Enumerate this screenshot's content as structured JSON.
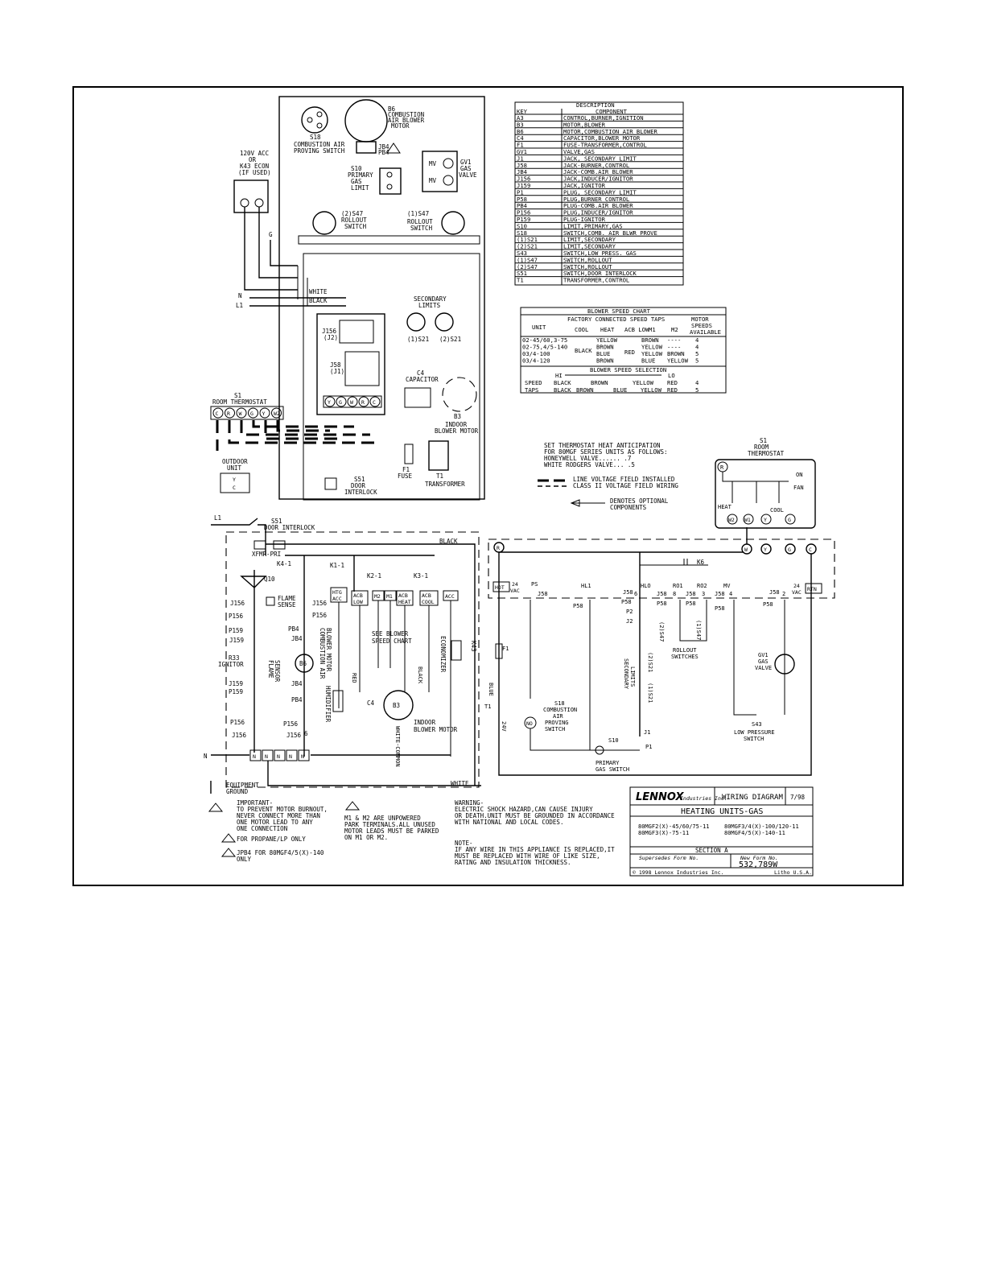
{
  "upper": {
    "b6_label": [
      "B6",
      "COMBUSTION",
      "AIR BLOWER",
      "MOTOR"
    ],
    "s18_label": [
      "S18",
      "COMBUSTION AIR",
      "PROVING SWITCH"
    ],
    "jb4": "JB4",
    "pb4": "PB4",
    "s10_label": [
      "S10",
      "PRIMARY",
      "GAS",
      "LIMIT"
    ],
    "gv1_label": [
      "GV1",
      "GAS",
      "VALVE"
    ],
    "mv": "MV",
    "s47_2_label": [
      "(2)S47",
      "ROLLOUT",
      "SWITCH"
    ],
    "s47_1_label": [
      "(1)S47",
      "ROLLOUT",
      "SWITCH"
    ],
    "supply_label": [
      "120V ACC",
      "OR",
      "K43 ECON",
      "(IF USED)"
    ],
    "g": "G",
    "n": "N",
    "l1": "L1",
    "white": "WHITE",
    "black": "BLACK",
    "secondary_limits": [
      "SECONDARY",
      "LIMITS"
    ],
    "s21_1": "(1)S21",
    "s21_2": "(2)S21",
    "j156": [
      "J156",
      "(J2)"
    ],
    "j58": [
      "J58",
      "(J1)"
    ],
    "c4_label": [
      "C4",
      "CAPACITOR"
    ],
    "b3_label": [
      "B3",
      "INDOOR",
      "BLOWER MOTOR"
    ],
    "s1_label": [
      "S1",
      "ROOM THERMOSTAT"
    ],
    "thermostat_terms": [
      "C",
      "R",
      "W",
      "G",
      "Y",
      "W2"
    ],
    "j58_terms": [
      "Y",
      "G",
      "W",
      "R",
      "C"
    ],
    "outdoor_unit": [
      "OUTDOOR",
      "UNIT"
    ],
    "outdoor_terms": [
      "Y",
      "C"
    ],
    "f1_label": [
      "F1",
      "FUSE"
    ],
    "t1_label": [
      "T1",
      "TRANSFORMER"
    ],
    "s51_label": [
      "S51",
      "DOOR",
      "INTERLOCK"
    ]
  },
  "description_table": {
    "title": "DESCRIPTION",
    "headers": [
      "KEY",
      "COMPONENT"
    ],
    "rows": [
      [
        "A3",
        "CONTROL,BURNER,IGNITION"
      ],
      [
        "B3",
        "MOTOR,BLOWER"
      ],
      [
        "B6",
        "MOTOR,COMBUSTION AIR BLOWER"
      ],
      [
        "C4",
        "CAPACITOR,BLOWER MOTOR"
      ],
      [
        "F1",
        "FUSE-TRANSFORMER,CONTROL"
      ],
      [
        "GV1",
        "VALVE,GAS"
      ],
      [
        "J1",
        "JACK, SECONDARY LIMIT"
      ],
      [
        "J58",
        "JACK-BURNER,CONTROL"
      ],
      [
        "JB4",
        "JACK-COMB.AIR BLOWER"
      ],
      [
        "J156",
        "JACK,INDUCER/IGNITOR"
      ],
      [
        "J159",
        "JACK,IGNITOR"
      ],
      [
        "P1",
        "PLUG, SECONDARY LIMIT"
      ],
      [
        "P58",
        "PLUG,BURNER CONTROL"
      ],
      [
        "PB4",
        "PLUG-COMB.AIR BLOWER"
      ],
      [
        "P156",
        "PLUG,INDUCER/IGNITOR"
      ],
      [
        "P159",
        "PLUG-IGNITOR"
      ],
      [
        "S10",
        "LIMIT,PRIMARY,GAS"
      ],
      [
        "S18",
        "SWITCH,COMB. AIR BLWR PROVE"
      ],
      [
        "(1)S21",
        "LIMIT,SECONDARY"
      ],
      [
        "(2)S21",
        "LIMIT,SECONDARY"
      ],
      [
        "S43",
        "SWITCH,LOW PRESS. GAS"
      ],
      [
        "(1)S47",
        "SWITCH,ROLLOUT"
      ],
      [
        "(2)S47",
        "SWITCH,ROLLOUT"
      ],
      [
        "S51",
        "SWITCH,DOOR INTERLOCK"
      ],
      [
        "T1",
        "TRANSFORMER,CONTROL"
      ]
    ]
  },
  "blower_chart": {
    "title": "BLOWER SPEED CHART",
    "factory": "FACTORY CONNECTED SPEED TAPS",
    "unit": "UNIT",
    "cols": [
      "COOL",
      "HEAT",
      "ACB LOW",
      "M1",
      "M2"
    ],
    "motor_speeds": [
      "MOTOR",
      "SPEEDS",
      "AVAILABLE"
    ],
    "units": [
      "02-45/60,3-75",
      "02-75,4/5-140",
      "03/4-100",
      "03/4-120"
    ],
    "cool": "BLACK",
    "heat": [
      "YELLOW",
      "BROWN",
      "BLUE",
      "BROWN"
    ],
    "acb_low": "RED",
    "m1": [
      "BROWN",
      "YELLOW",
      "YELLOW",
      "BLUE"
    ],
    "m2": [
      "----",
      "----",
      "BROWN",
      "YELLOW"
    ],
    "speeds": [
      "4",
      "4",
      "5",
      "5"
    ],
    "selection": "BLOWER SPEED SELECTION",
    "hi": "HI",
    "lo": "LO",
    "speed_taps": [
      "SPEED",
      "TAPS"
    ],
    "row4": [
      "BLACK",
      "BROWN",
      "YELLOW",
      "RED",
      "4"
    ],
    "row5": [
      "BLACK",
      "BROWN",
      "BLUE",
      "YELLOW",
      "RED",
      "5"
    ]
  },
  "notes": {
    "anticipation": [
      "SET THERMOSTAT HEAT ANTICIPATION",
      "FOR 80MGF SERIES UNITS AS FOLLOWS:",
      "HONEYWELL VALVE...... .7",
      "WHITE RODGERS VALVE... .5"
    ],
    "line_voltage": "LINE VOLTAGE FIELD INSTALLED",
    "class_ii": "CLASS II VOLTAGE FIELD WIRING",
    "optional": [
      "DENOTES OPTIONAL",
      "COMPONENTS"
    ]
  },
  "thermostat_schematic": {
    "label": [
      "S1",
      "ROOM",
      "THERMOSTAT"
    ],
    "terms": [
      "R",
      "W2",
      "W1",
      "Y",
      "G"
    ],
    "on": "ON",
    "fan": "FAN",
    "heat": "HEAT",
    "cool": "COOL"
  },
  "lower_left": {
    "l1": "L1",
    "s51": "S51",
    "door_interlock": "DOOR INTERLOCK",
    "black": "BLACK",
    "xfmr": "XFMR-PRI",
    "k4": "K4-1",
    "k1": "K1-1",
    "k2": "K2-1",
    "k3": "K3-1",
    "q10": "Q10",
    "flame_sense": [
      "FLAME",
      "SENSE"
    ],
    "htg_acc": [
      "HTG",
      "ACC"
    ],
    "acb_low": [
      "ACB",
      "LOW"
    ],
    "m2": "M2",
    "m1": "M1",
    "acb_heat": [
      "ACB",
      "HEAT"
    ],
    "acb_cool": [
      "ACB",
      "COOL"
    ],
    "acc": "ACC",
    "j156": "J156",
    "p156": "P156",
    "p159": "P159",
    "j159": "J159",
    "r33": [
      "R33",
      "IGNITOR"
    ],
    "pb4": "PB4",
    "jb4": "JB4",
    "b6": "B6",
    "combustion": [
      "COMBUSTION AIR",
      "BLOWER MOTOR"
    ],
    "flame_sensor": [
      "FLAME",
      "SENSOR"
    ],
    "humidifier": "HUMIDIFIER",
    "see_chart": [
      "SEE BLOWER",
      "SPEED CHART"
    ],
    "red": "RED",
    "black_w": "BLACK",
    "white_common": "WHITE-COMMON",
    "c4": "C4",
    "b3": "B3",
    "indoor": [
      "INDOOR",
      "BLOWER MOTOR"
    ],
    "economizer": "ECONOMIZER",
    "k43": "K43",
    "p156b": "P156",
    "j156b": "J156",
    "six": "6",
    "n": "N",
    "neutral_terms": [
      "N",
      "N",
      "N",
      "N",
      "N"
    ],
    "white": "WHITE",
    "ground": [
      "EQUIPMENT",
      "GROUND"
    ]
  },
  "lower_right": {
    "hot": "HOT",
    "24vac": [
      "24",
      "VAC"
    ],
    "rtn": "RTN",
    "ps": "PS",
    "j58": "J58",
    "hl1": "HL1",
    "hlo": "HLO",
    "p58": "P58",
    "ro1": "RO1",
    "ro2": "RO2",
    "mv": "MV",
    "k6": "K6",
    "pin6": "6",
    "pin8": "8",
    "pin3": "3",
    "pin4": "4",
    "pin2": "2",
    "p2": "P2",
    "j2": "J2",
    "s47": [
      "(2)S47",
      "(1)S47"
    ],
    "rollout": [
      "ROLLOUT",
      "SWITCHES"
    ],
    "gv1": [
      "GV1",
      "GAS",
      "VALVE"
    ],
    "f1": "F1",
    "blue": "BLUE",
    "t1": "T1",
    "24v": "24V",
    "s18": [
      "S18",
      "COMBUSTION",
      "AIR",
      "PROVING",
      "SWITCH"
    ],
    "no": "NO",
    "secondary": [
      "SECONDARY",
      "LIMITS"
    ],
    "s21": [
      "(2)S21",
      "(1)S21"
    ],
    "j1": "J1",
    "p1": "P1",
    "s10": "S10",
    "primary": [
      "PRIMARY",
      "GAS SWITCH"
    ],
    "s43": "S43",
    "low_pressure": [
      "LOW PRESSURE",
      "SWITCH"
    ],
    "terms": [
      "R",
      "W",
      "Y",
      "G",
      "C"
    ]
  },
  "footnotes": {
    "n1": [
      "IMPORTANT-",
      "TO PREVENT MOTOR BURNOUT,",
      "NEVER CONNECT MORE THAN",
      "ONE MOTOR LEAD TO ANY",
      "ONE CONNECTION"
    ],
    "n2": "FOR PROPANE/LP ONLY",
    "n3": [
      "JPB4 FOR 80MGF4/5(X)-140",
      "ONLY"
    ],
    "n4": [
      "M1 & M2 ARE UNPOWERED",
      "PARK TERMINALS.ALL UNUSED",
      "MOTOR LEADS MUST BE PARKED",
      "ON M1 OR M2."
    ],
    "warning": [
      "WARNING-",
      "ELECTRIC SHOCK HAZARD,CAN CAUSE INJURY",
      "OR DEATH.UNIT MUST BE GROUNDED IN ACCORDANCE",
      "WITH NATIONAL AND LOCAL CODES."
    ],
    "note": [
      "NOTE-",
      "IF ANY WIRE IN THIS APPLIANCE IS REPLACED,IT",
      "MUST BE REPLACED WITH WIRE OF LIKE SIZE,",
      "RATING AND INSULATION THICKNESS."
    ]
  },
  "title_block": {
    "brand": "LENNOX",
    "brand_sub": "Industries Inc.",
    "wiring_diagram": "WIRING DIAGRAM",
    "date": "7/98",
    "title": "HEATING UNITS-GAS",
    "models": [
      "80MGF2(X)-45/60/75-11",
      "80MGF3(X)-75-11",
      "80MGF3/4(X)-100/120-11",
      "80MGF4/5(X)-140-11"
    ],
    "section": "SECTION A",
    "supersedes": "Supersedes Form No.",
    "new_form": "New Form No.",
    "form_no": "532,789W",
    "copyright": "© 1998 Lennox Industries Inc.",
    "litho": "Litho U.S.A."
  }
}
